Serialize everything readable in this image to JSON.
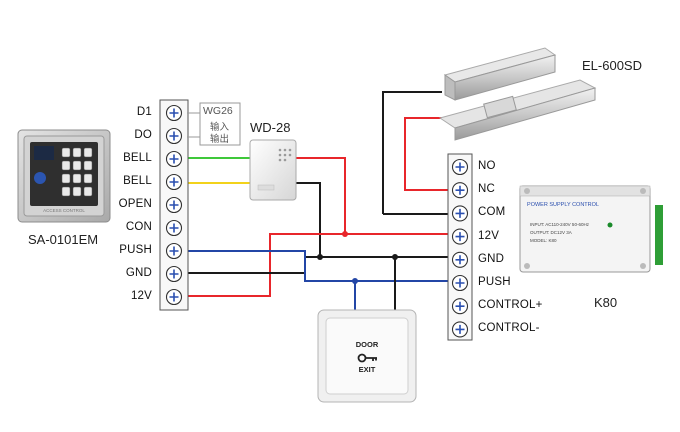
{
  "devices": {
    "keypad": {
      "name": "SA-0101EM",
      "brand": "ACCESS CONTROL"
    },
    "doorbell": {
      "name": "WD-28"
    },
    "lock": {
      "name": "EL-600SD"
    },
    "power_supply": {
      "name": "K80",
      "header": "POWER SUPPLY CONTROL",
      "spec_lines": [
        "INPUT: AC110-240V 50-60Hz",
        "OUTPUT: DC12V 3A",
        "MODEL: K80"
      ]
    },
    "exit_button": {
      "line1": "DOOR",
      "line2": "EXIT"
    }
  },
  "wg26": {
    "label": "WG26",
    "sub1": "输入",
    "sub2": "输出"
  },
  "keypad_terminals": [
    "D1",
    "DO",
    "BELL",
    "BELL",
    "OPEN",
    "CON",
    "PUSH",
    "GND",
    "12V"
  ],
  "psu_terminals": [
    "NO",
    "NC",
    "COM",
    "12V",
    "GND",
    "PUSH",
    "CONTROL+",
    "CONTROL-"
  ],
  "colors": {
    "red": "#e8262b",
    "black": "#1a1a1a",
    "blue": "#2346a6",
    "green": "#3fc83a",
    "yellow": "#f2d21b",
    "terminal": "#2a4fb0"
  }
}
